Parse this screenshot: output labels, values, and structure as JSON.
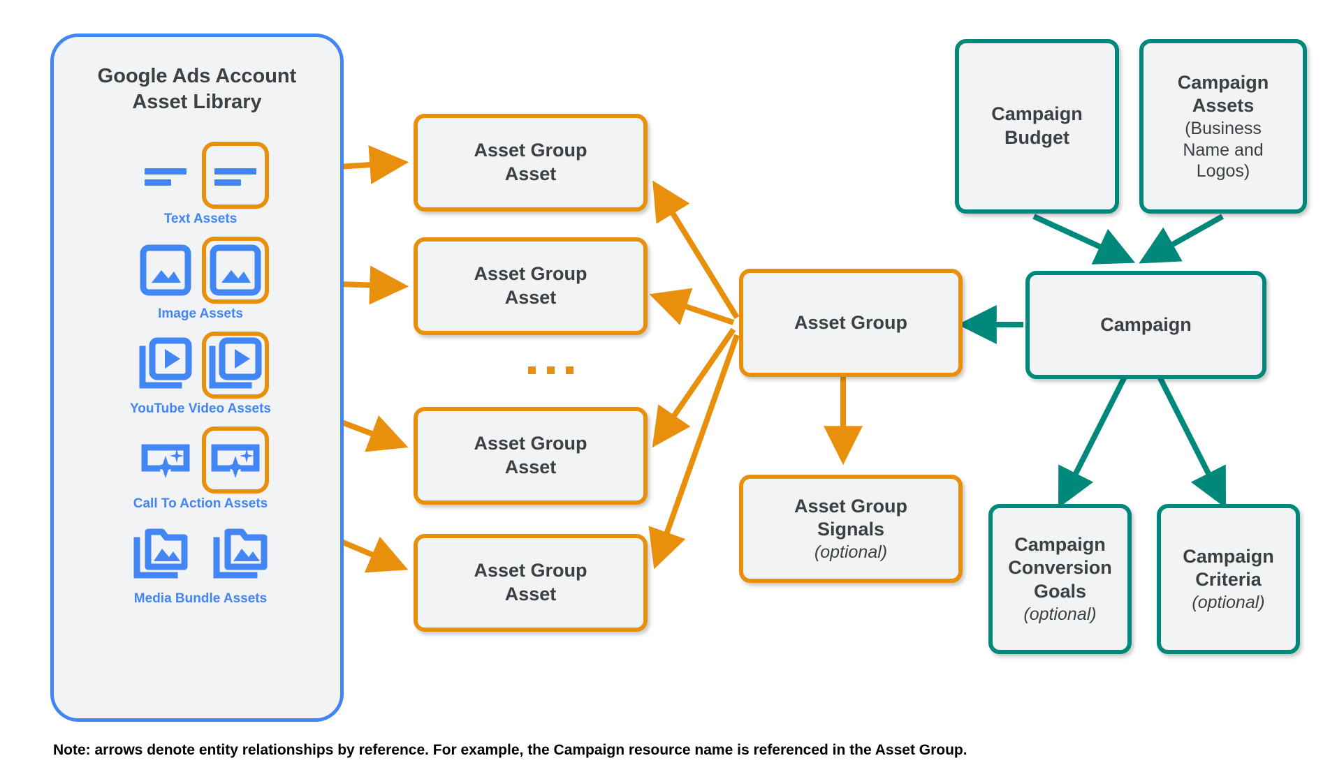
{
  "colors": {
    "blue": "#4285f4",
    "orange": "#e8900c",
    "teal": "#00897b",
    "box_fill": "#f1f3f4",
    "text": "#3c4043",
    "background": "#ffffff"
  },
  "library": {
    "title": "Google Ads Account\nAsset Library",
    "assets": [
      {
        "caption": "Text Assets",
        "icon": "text-asset-icon"
      },
      {
        "caption": "Image Assets",
        "icon": "image-asset-icon"
      },
      {
        "caption": "YouTube Video  Assets",
        "icon": "video-asset-icon"
      },
      {
        "caption": "Call To Action Assets",
        "icon": "call-to-action-asset-icon"
      },
      {
        "caption": "Media Bundle  Assets",
        "icon": "media-bundle-asset-icon"
      }
    ]
  },
  "asset_group_assets": [
    {
      "label": "Asset Group\nAsset"
    },
    {
      "label": "Asset Group\nAsset"
    },
    {
      "label": "Asset Group\nAsset"
    },
    {
      "label": "Asset Group\nAsset"
    }
  ],
  "ellipsis": "...",
  "asset_group": {
    "label": "Asset Group"
  },
  "asset_group_signals": {
    "label": "Asset Group\nSignals",
    "optional": "(optional)"
  },
  "campaign_budget": {
    "label": "Campaign\nBudget"
  },
  "campaign_assets": {
    "label": "Campaign\nAssets",
    "subtitle": "(Business\nName and\nLogos)"
  },
  "campaign": {
    "label": "Campaign"
  },
  "campaign_conversion_goals": {
    "label": "Campaign\nConversion\nGoals",
    "optional": "(optional)"
  },
  "campaign_criteria": {
    "label": "Campaign\nCriteria",
    "optional": "(optional)"
  },
  "footnote": "Note: arrows denote entity relationships by reference. For example, the Campaign resource name is referenced in the Asset Group."
}
